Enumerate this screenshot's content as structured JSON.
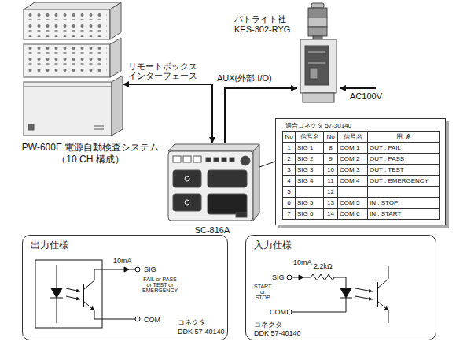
{
  "diagram": {
    "nodes": [
      {
        "text": [
          "PW-600E 電源自動検査システム （10 CH 構成）"
        ]
      },
      {
        "text": [
          "パトライト社 KES-302-RYG"
        ]
      },
      {
        "text": [
          "SC-816A"
        ]
      },
      {
        "text": [
          "適合コネクタ 57-30140",
          "No",
          "信号名",
          "No",
          "信号名",
          "用 途",
          "1",
          "SIG 1",
          "8",
          "COM 1",
          "OUT : FAIL",
          "2",
          "SIG 2",
          "9",
          "COM 2",
          "OUT : PASS",
          "3",
          "SIG 3",
          "10",
          "COM 3",
          "OUT : TEST",
          "4",
          "SIG 4",
          "11",
          "COM 4",
          "OUT : EMERGENCY",
          "5",
          "12",
          "6",
          "SIG 5",
          "13",
          "COM 5",
          "IN : STOP",
          "7",
          "SIG 6",
          "14",
          "COM 6",
          "IN : START"
        ]
      },
      {
        "text": [
          "出力仕様"
        ]
      },
      {
        "text": [
          "入力仕様"
        ]
      }
    ],
    "edges": [
      {
        "from": 0,
        "to": 2,
        "arrow": "both",
        "label": "リモートボックス インターフェース"
      },
      {
        "from": 2,
        "to": 1,
        "arrow": "to",
        "label": "AUX(外部 I/O)"
      },
      {
        "from": 3,
        "to": 2,
        "arrow": "none"
      }
    ],
    "labels": [
      "AC100V",
      "10mA",
      "SIG",
      "FAIL or PASS or TEST or EMERGENCY",
      "COM",
      "コネクタ",
      "DDK 57-40140",
      "10mA",
      "2.2kΩ",
      "SIG",
      "START or STOP",
      "COM",
      "コネクタ",
      "DDK 57-40140"
    ]
  }
}
